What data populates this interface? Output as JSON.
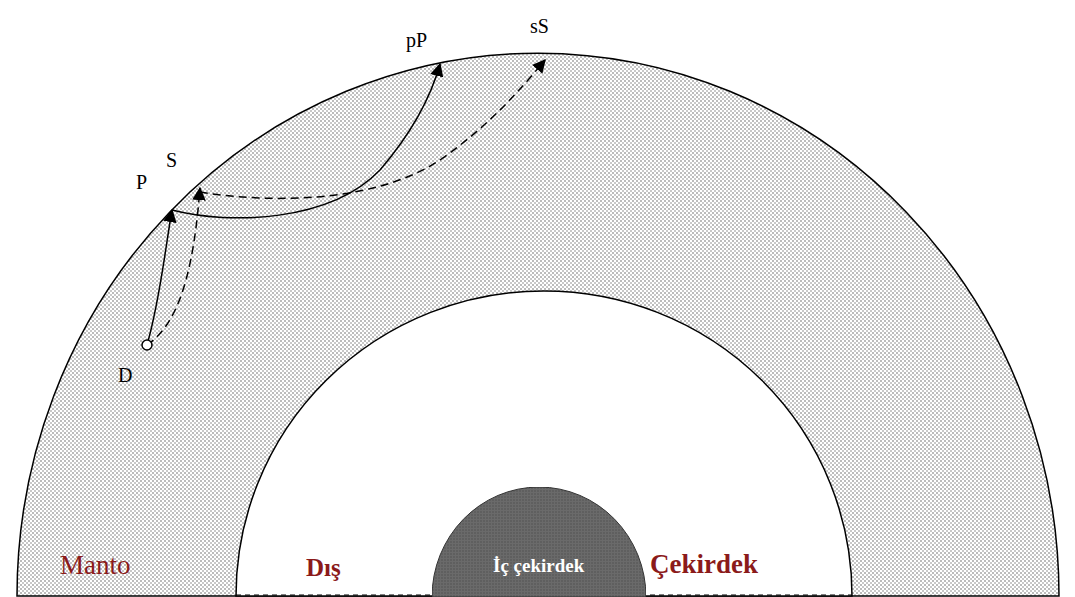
{
  "diagram": {
    "nodes": [
      {
        "text": [
          "İç çekirdek"
        ]
      }
    ],
    "labels": [
      "pP",
      "sS",
      "P",
      "S",
      "D",
      "Manto",
      "Dış",
      "Çekirdek"
    ]
  }
}
